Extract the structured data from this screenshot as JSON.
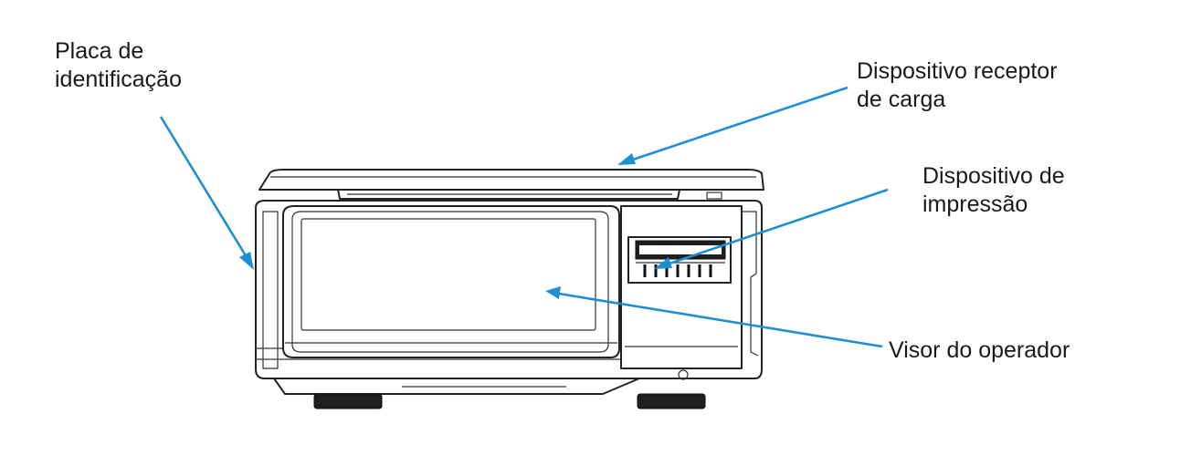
{
  "labels": {
    "placa": [
      "Placa de",
      "identificação"
    ],
    "receptor": [
      "Dispositivo receptor",
      "de carga"
    ],
    "impressao": [
      "Dispositivo de",
      "impressão"
    ],
    "visor": [
      "Visor do operador"
    ]
  },
  "colors": {
    "arrow": "#1e8fd2",
    "outline": "#222222",
    "text": "#1a1a1a"
  }
}
